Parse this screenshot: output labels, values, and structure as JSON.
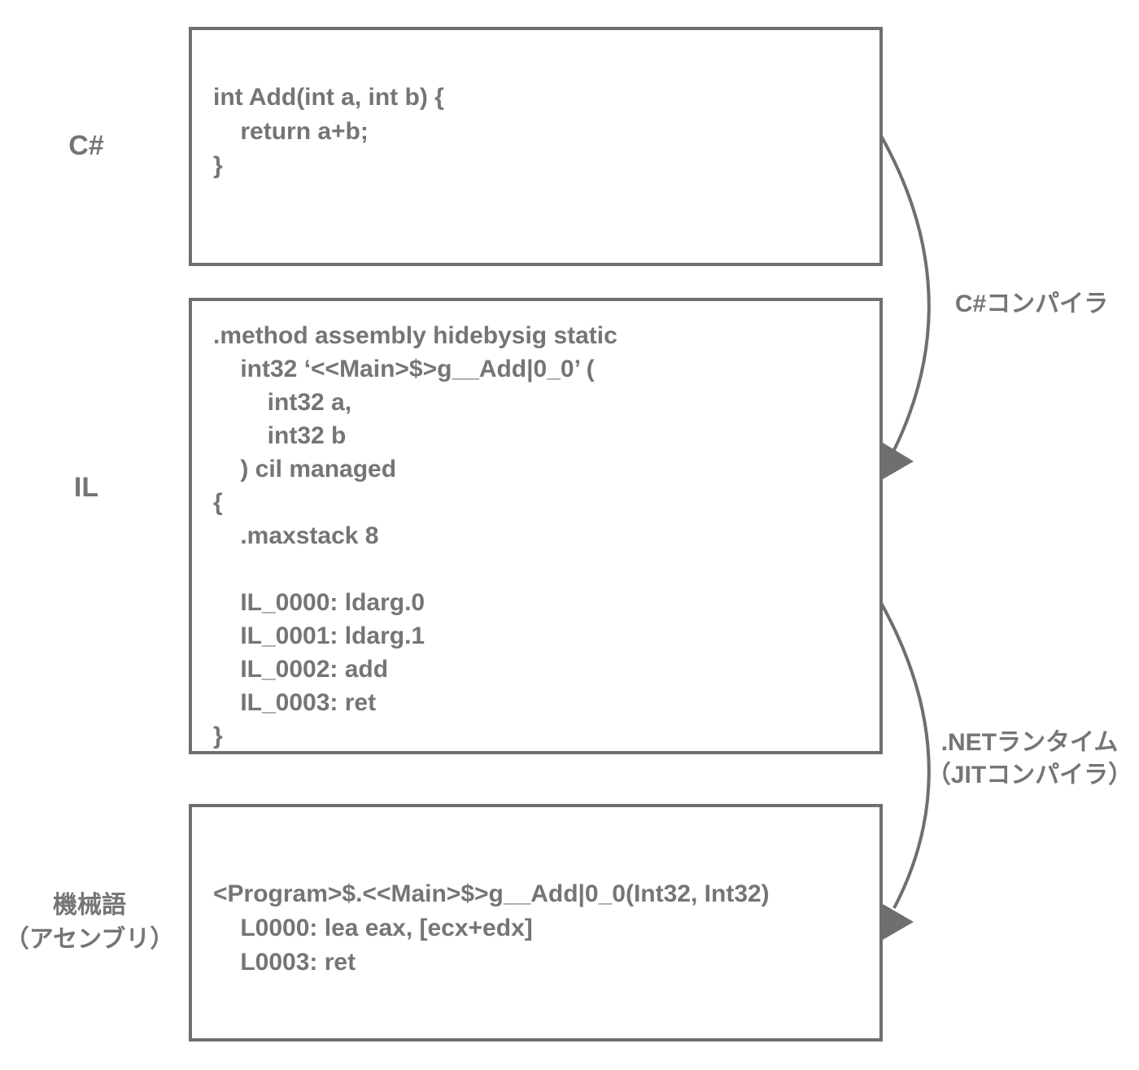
{
  "diagram": {
    "left_labels": {
      "csharp": "C#",
      "il": "IL",
      "machine": [
        "機械語",
        "（アセンブリ）"
      ]
    },
    "boxes": {
      "csharp_code": "int Add(int a, int b) {\n    return a+b;\n}",
      "il_code": ".method assembly hidebysig static\n    int32 ‘<<Main>$>g__Add|0_0’ (\n        int32 a,\n        int32 b\n    ) cil managed\n{\n    .maxstack 8\n\n    IL_0000: ldarg.0\n    IL_0001: ldarg.1\n    IL_0002: add\n    IL_0003: ret\n}",
      "machine_code": "<Program>$.<<Main>$>g__Add|0_0(Int32, Int32)\n    L0000: lea eax, [ecx+edx]\n    L0003: ret"
    },
    "arrows": {
      "compiler": "C#コンパイラ",
      "runtime": [
        ".NETランタイム",
        "（JITコンパイラ）"
      ]
    },
    "colors": {
      "line": "#6f6f6f",
      "text": "#757575",
      "background": "#ffffff"
    }
  }
}
